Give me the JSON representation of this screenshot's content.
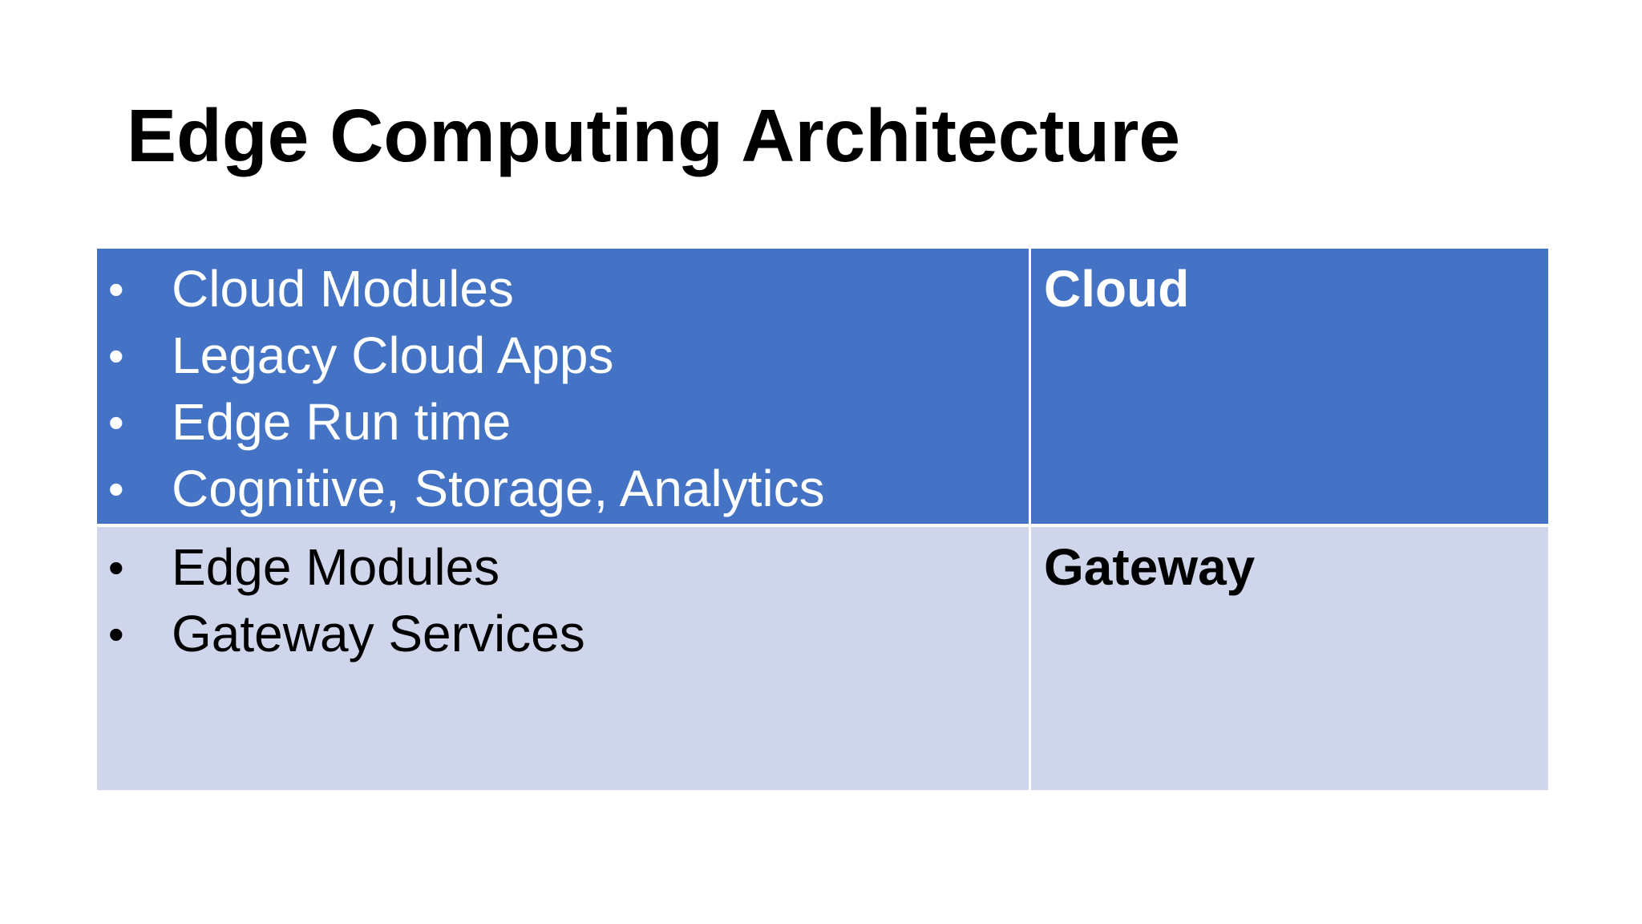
{
  "slide": {
    "title": "Edge Computing Architecture"
  },
  "layers": [
    {
      "label": "Cloud",
      "items": [
        "Cloud Modules",
        "Legacy Cloud Apps",
        "Edge Run time",
        "Cognitive, Storage, Analytics"
      ]
    },
    {
      "label": "Gateway",
      "items": [
        "Edge Modules",
        "Gateway Services"
      ]
    }
  ],
  "bullet_glyph": "•",
  "colors": {
    "cloud_row": "#4472c4",
    "gateway_row": "#cfd5ea",
    "cloud_text": "#ffffff",
    "gateway_text": "#000000"
  }
}
